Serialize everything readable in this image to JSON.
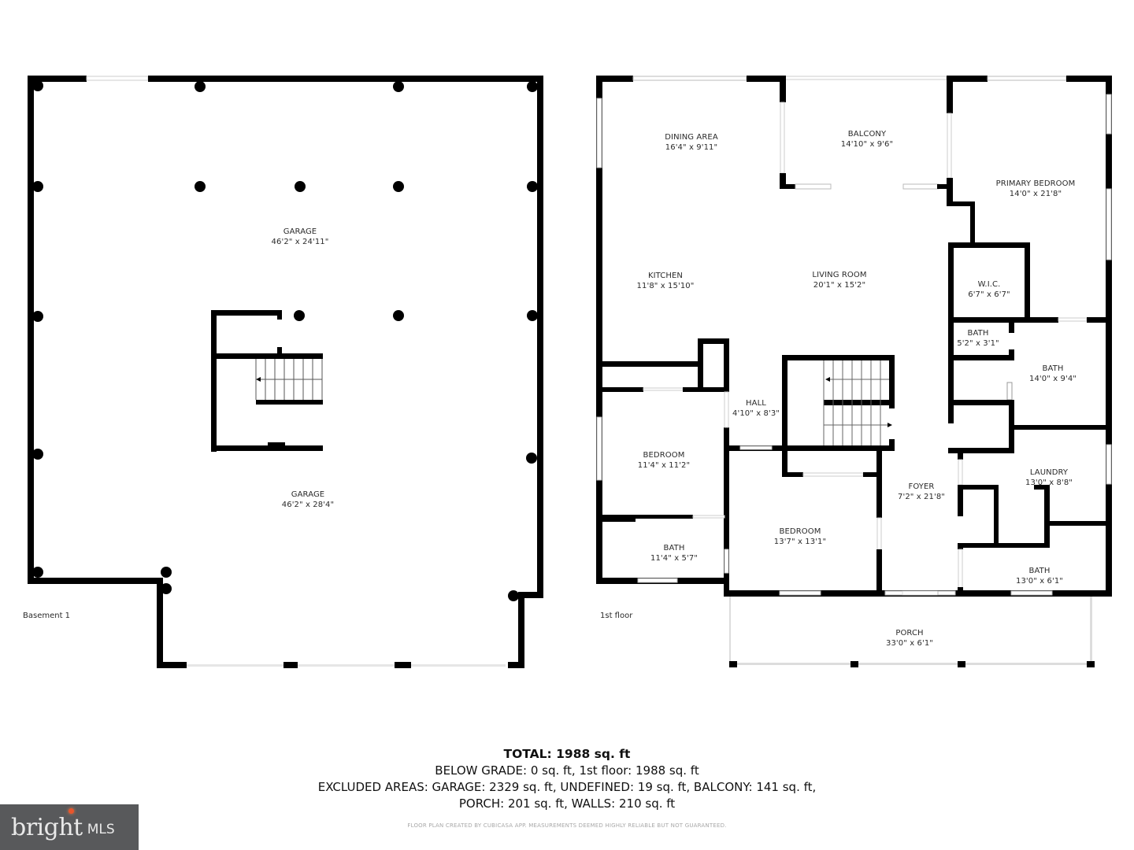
{
  "floors": [
    {
      "id": "basement",
      "label": "Basement 1",
      "rooms": [
        {
          "name": "GARAGE",
          "dims": "46'2\" x 24'11\""
        },
        {
          "name": "GARAGE",
          "dims": "46'2\" x 28'4\""
        }
      ]
    },
    {
      "id": "first",
      "label": "1st floor",
      "rooms": [
        {
          "name": "DINING AREA",
          "dims": "16'4\" x 9'11\""
        },
        {
          "name": "BALCONY",
          "dims": "14'10\" x 9'6\""
        },
        {
          "name": "PRIMARY BEDROOM",
          "dims": "14'0\" x 21'8\""
        },
        {
          "name": "KITCHEN",
          "dims": "11'8\" x 15'10\""
        },
        {
          "name": "LIVING ROOM",
          "dims": "20'1\" x 15'2\""
        },
        {
          "name": "W.I.C.",
          "dims": "6'7\" x 6'7\""
        },
        {
          "name": "BATH",
          "dims": "5'2\" x 3'1\""
        },
        {
          "name": "BATH",
          "dims": "14'0\" x 9'4\""
        },
        {
          "name": "HALL",
          "dims": "4'10\" x 8'3\""
        },
        {
          "name": "BEDROOM",
          "dims": "11'4\" x 11'2\""
        },
        {
          "name": "FOYER",
          "dims": "7'2\" x 21'8\""
        },
        {
          "name": "LAUNDRY",
          "dims": "13'0\" x 8'8\""
        },
        {
          "name": "BEDROOM",
          "dims": "13'7\" x 13'1\""
        },
        {
          "name": "BATH",
          "dims": "11'4\" x 5'7\""
        },
        {
          "name": "BATH",
          "dims": "13'0\" x 6'1\""
        },
        {
          "name": "PORCH",
          "dims": "33'0\" x 6'1\""
        }
      ]
    }
  ],
  "summary": {
    "total": "TOTAL: 1988 sq. ft",
    "line1": "BELOW GRADE: 0 sq. ft, 1st floor: 1988 sq. ft",
    "line2": "EXCLUDED AREAS: GARAGE: 2329 sq. ft, UNDEFINED: 19 sq. ft, BALCONY: 141 sq. ft,",
    "line3": "PORCH: 201 sq. ft, WALLS: 210 sq. ft"
  },
  "disclaimer": "FLOOR PLAN CREATED BY CUBICASA APP. MEASUREMENTS DEEMED HIGHLY RELIABLE BUT NOT GUARANTEED.",
  "logo": {
    "brand": "bright",
    "suffix": "MLS",
    "accent": "#e8552c",
    "background": "#58595b"
  },
  "colors": {
    "wall": "#000000",
    "window": "#cccccc",
    "text": "#2a2a2a"
  }
}
